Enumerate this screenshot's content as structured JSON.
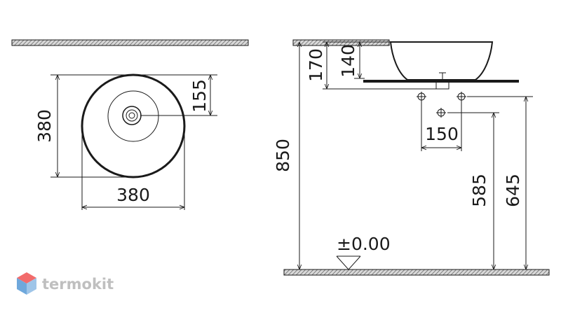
{
  "plan_view": {
    "width_label": "380",
    "depth_label": "380",
    "waste_offset_label": "155"
  },
  "side_view": {
    "total_height_label": "170",
    "bowl_height_label": "140",
    "floor_to_top_label": "850",
    "fixing_spacing_label": "150",
    "waste_height_label": "585",
    "fixing_height_label": "645",
    "floor_level_label": "±0.00"
  },
  "brand": {
    "name": "termokit",
    "colors": {
      "top": "#f26b6b",
      "left": "#6fa8dc",
      "right": "#9fc5e8"
    }
  },
  "colors": {
    "ink": "#1a1a1a",
    "hatch": "#7a7a7a"
  }
}
